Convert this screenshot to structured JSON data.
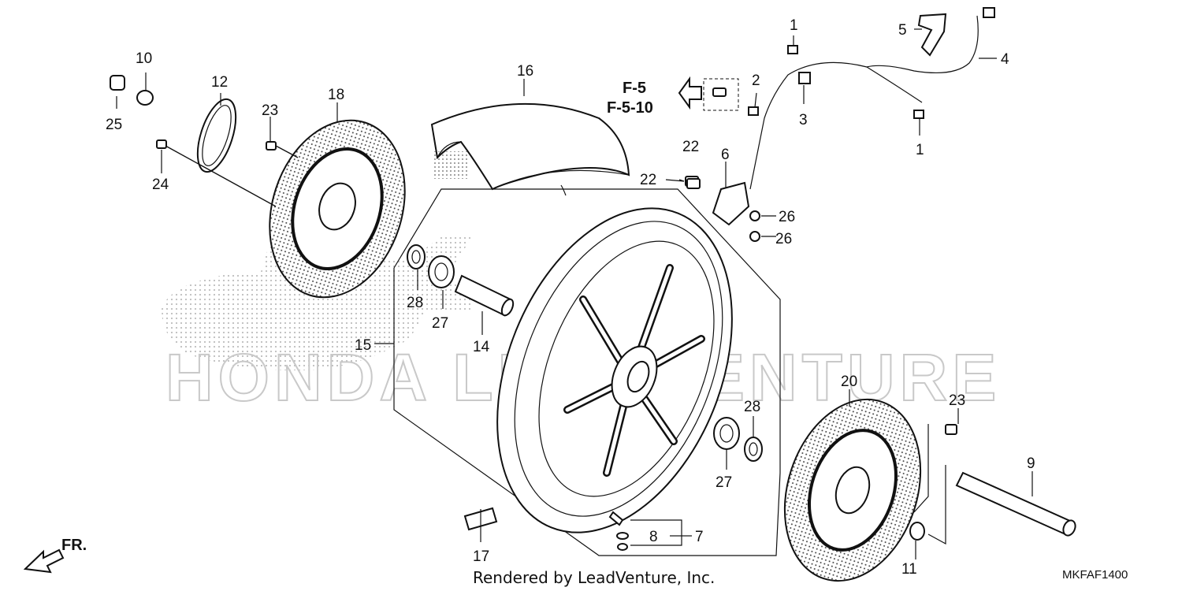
{
  "callouts": [
    {
      "id": "c1a",
      "label": "1"
    },
    {
      "id": "c1b",
      "label": "1"
    },
    {
      "id": "c2",
      "label": "2"
    },
    {
      "id": "c3",
      "label": "3"
    },
    {
      "id": "c4",
      "label": "4"
    },
    {
      "id": "c5",
      "label": "5"
    },
    {
      "id": "c6",
      "label": "6"
    },
    {
      "id": "c7",
      "label": "7"
    },
    {
      "id": "c8",
      "label": "8"
    },
    {
      "id": "c9",
      "label": "9"
    },
    {
      "id": "c10",
      "label": "10"
    },
    {
      "id": "c11",
      "label": "11"
    },
    {
      "id": "c12",
      "label": "12"
    },
    {
      "id": "c14",
      "label": "14"
    },
    {
      "id": "c15",
      "label": "15"
    },
    {
      "id": "c16",
      "label": "16"
    },
    {
      "id": "c17",
      "label": "17"
    },
    {
      "id": "c18",
      "label": "18"
    },
    {
      "id": "c20",
      "label": "20"
    },
    {
      "id": "c22a",
      "label": "22"
    },
    {
      "id": "c22b",
      "label": "22"
    },
    {
      "id": "c23a",
      "label": "23"
    },
    {
      "id": "c23b",
      "label": "23"
    },
    {
      "id": "c24",
      "label": "24"
    },
    {
      "id": "c25",
      "label": "25"
    },
    {
      "id": "c26a",
      "label": "26"
    },
    {
      "id": "c26b",
      "label": "26"
    },
    {
      "id": "c27a",
      "label": "27"
    },
    {
      "id": "c27b",
      "label": "27"
    },
    {
      "id": "c28a",
      "label": "28"
    },
    {
      "id": "c28b",
      "label": "28"
    }
  ],
  "reference": {
    "line1": "F-5",
    "line2": "F-5-10"
  },
  "front_marker": "FR.",
  "footer": "Rendered by LeadVenture, Inc.",
  "diagram_code": "MKFAF1400",
  "watermark": "HONDA LEADVENTURE"
}
